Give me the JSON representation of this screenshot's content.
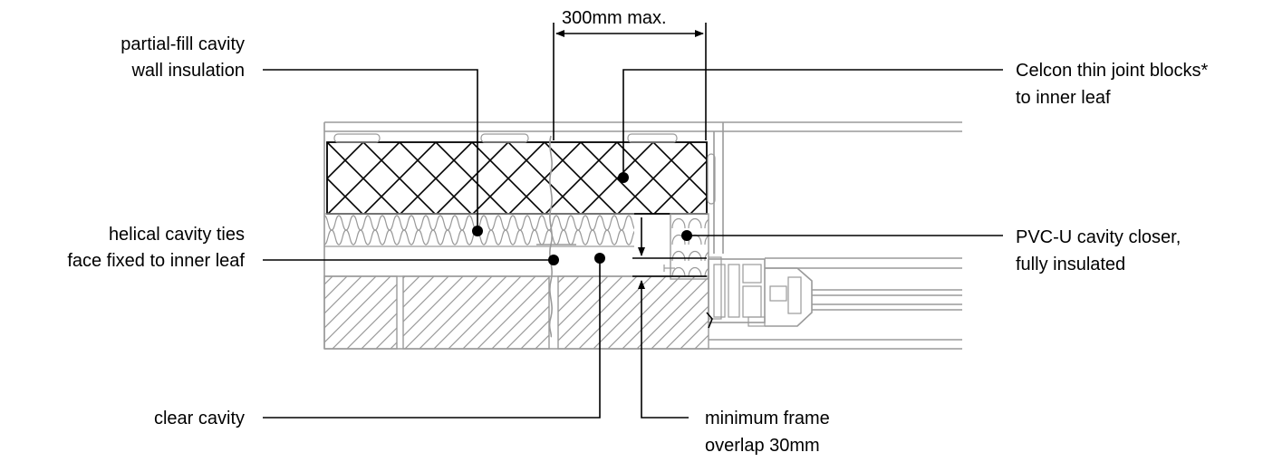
{
  "labels": {
    "dimension": "300mm max.",
    "partial_fill_l1": "partial-fill cavity",
    "partial_fill_l2": "wall insulation",
    "helical_l1": "helical cavity ties",
    "helical_l2": "face fixed to inner leaf",
    "clear_cavity": "clear cavity",
    "celcon_l1": "Celcon thin joint blocks*",
    "celcon_l2": "to inner leaf",
    "pvc_l1": "PVC-U cavity closer,",
    "pvc_l2": "fully insulated",
    "overlap_l1": "minimum frame",
    "overlap_l2": "overlap 30mm"
  },
  "colors": {
    "outline_grey": "#9a9a9a",
    "line_black": "#000000"
  }
}
